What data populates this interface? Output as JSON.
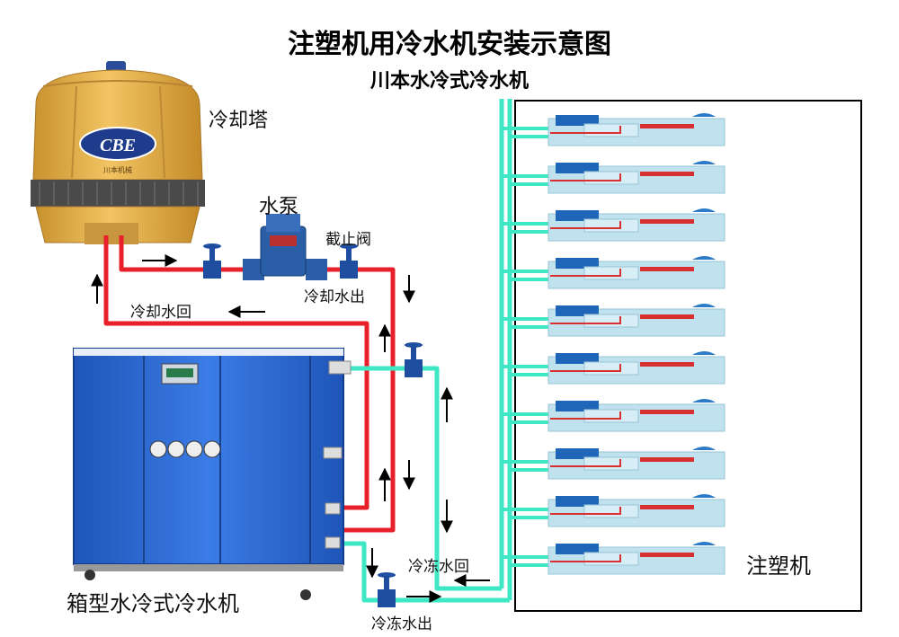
{
  "title": "注塑机用冷水机安装示意图",
  "subtitle": "川本水冷式冷水机",
  "labels": {
    "cooling_tower": "冷却塔",
    "pump": "水泵",
    "stop_valve": "截止阀",
    "cooling_water_out": "冷却水出",
    "cooling_water_return": "冷却水回",
    "chilled_water_return": "冷冻水回",
    "chilled_water_out": "冷冻水出",
    "injection_machine": "注塑机",
    "chiller": "箱型水冷式冷水机"
  },
  "logo": {
    "brand": "CBE",
    "subtext": "川本机械"
  },
  "colors": {
    "cooling_pipe": "#e8202a",
    "chilled_pipe": "#3ee8c4",
    "tower_body": "#e8b64a",
    "chiller_body": "#2f6fd8",
    "pump_body": "#2a5fa8",
    "machine_body": "#bfe2ee"
  },
  "injection_machine_count": 10
}
